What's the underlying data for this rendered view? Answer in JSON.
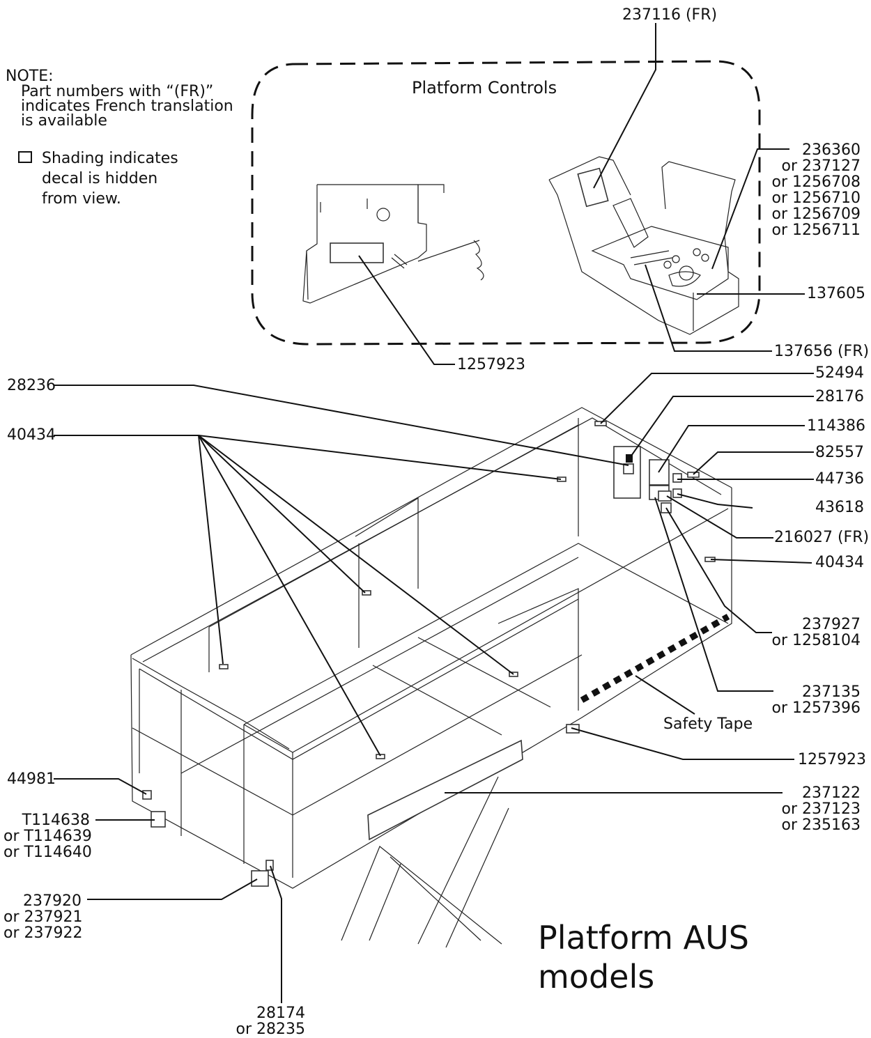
{
  "title": "Platform AUS models",
  "note": {
    "heading": "NOTE:",
    "lines": [
      "Part numbers with “(FR)”",
      "indicates French translation",
      "is available"
    ],
    "shading": [
      "Shading indicates",
      "decal is hidden",
      "from view."
    ]
  },
  "inset_title": "Platform Controls",
  "safety_tape": "Safety Tape",
  "labels": {
    "p237116": [
      "237116 (FR)"
    ],
    "p236360": [
      "236360",
      "or 237127",
      "or 1256708",
      "or 1256710",
      "or 1256709",
      "or 1256711"
    ],
    "p137605": [
      "137605"
    ],
    "p137656": [
      "137656 (FR)"
    ],
    "p1257923a": [
      "1257923"
    ],
    "p28236": [
      "28236"
    ],
    "p40434a": [
      "40434"
    ],
    "p52494": [
      "52494"
    ],
    "p28176": [
      "28176"
    ],
    "p114386": [
      "114386"
    ],
    "p82557": [
      "82557"
    ],
    "p44736": [
      "44736"
    ],
    "p43618": [
      "43618"
    ],
    "p216027": [
      "216027 (FR)"
    ],
    "p40434b": [
      "40434"
    ],
    "p237927": [
      "237927",
      "or 1258104"
    ],
    "p237135": [
      "237135",
      "or 1257396"
    ],
    "p1257923b": [
      "1257923"
    ],
    "p237122": [
      "237122",
      "or 237123",
      "or 235163"
    ],
    "p44981": [
      "44981"
    ],
    "pT114638": [
      "T114638",
      "or T114639",
      "or T114640"
    ],
    "p237920": [
      "237920",
      "or 237921",
      "or 237922"
    ],
    "p28174": [
      "28174",
      "or 28235"
    ]
  }
}
